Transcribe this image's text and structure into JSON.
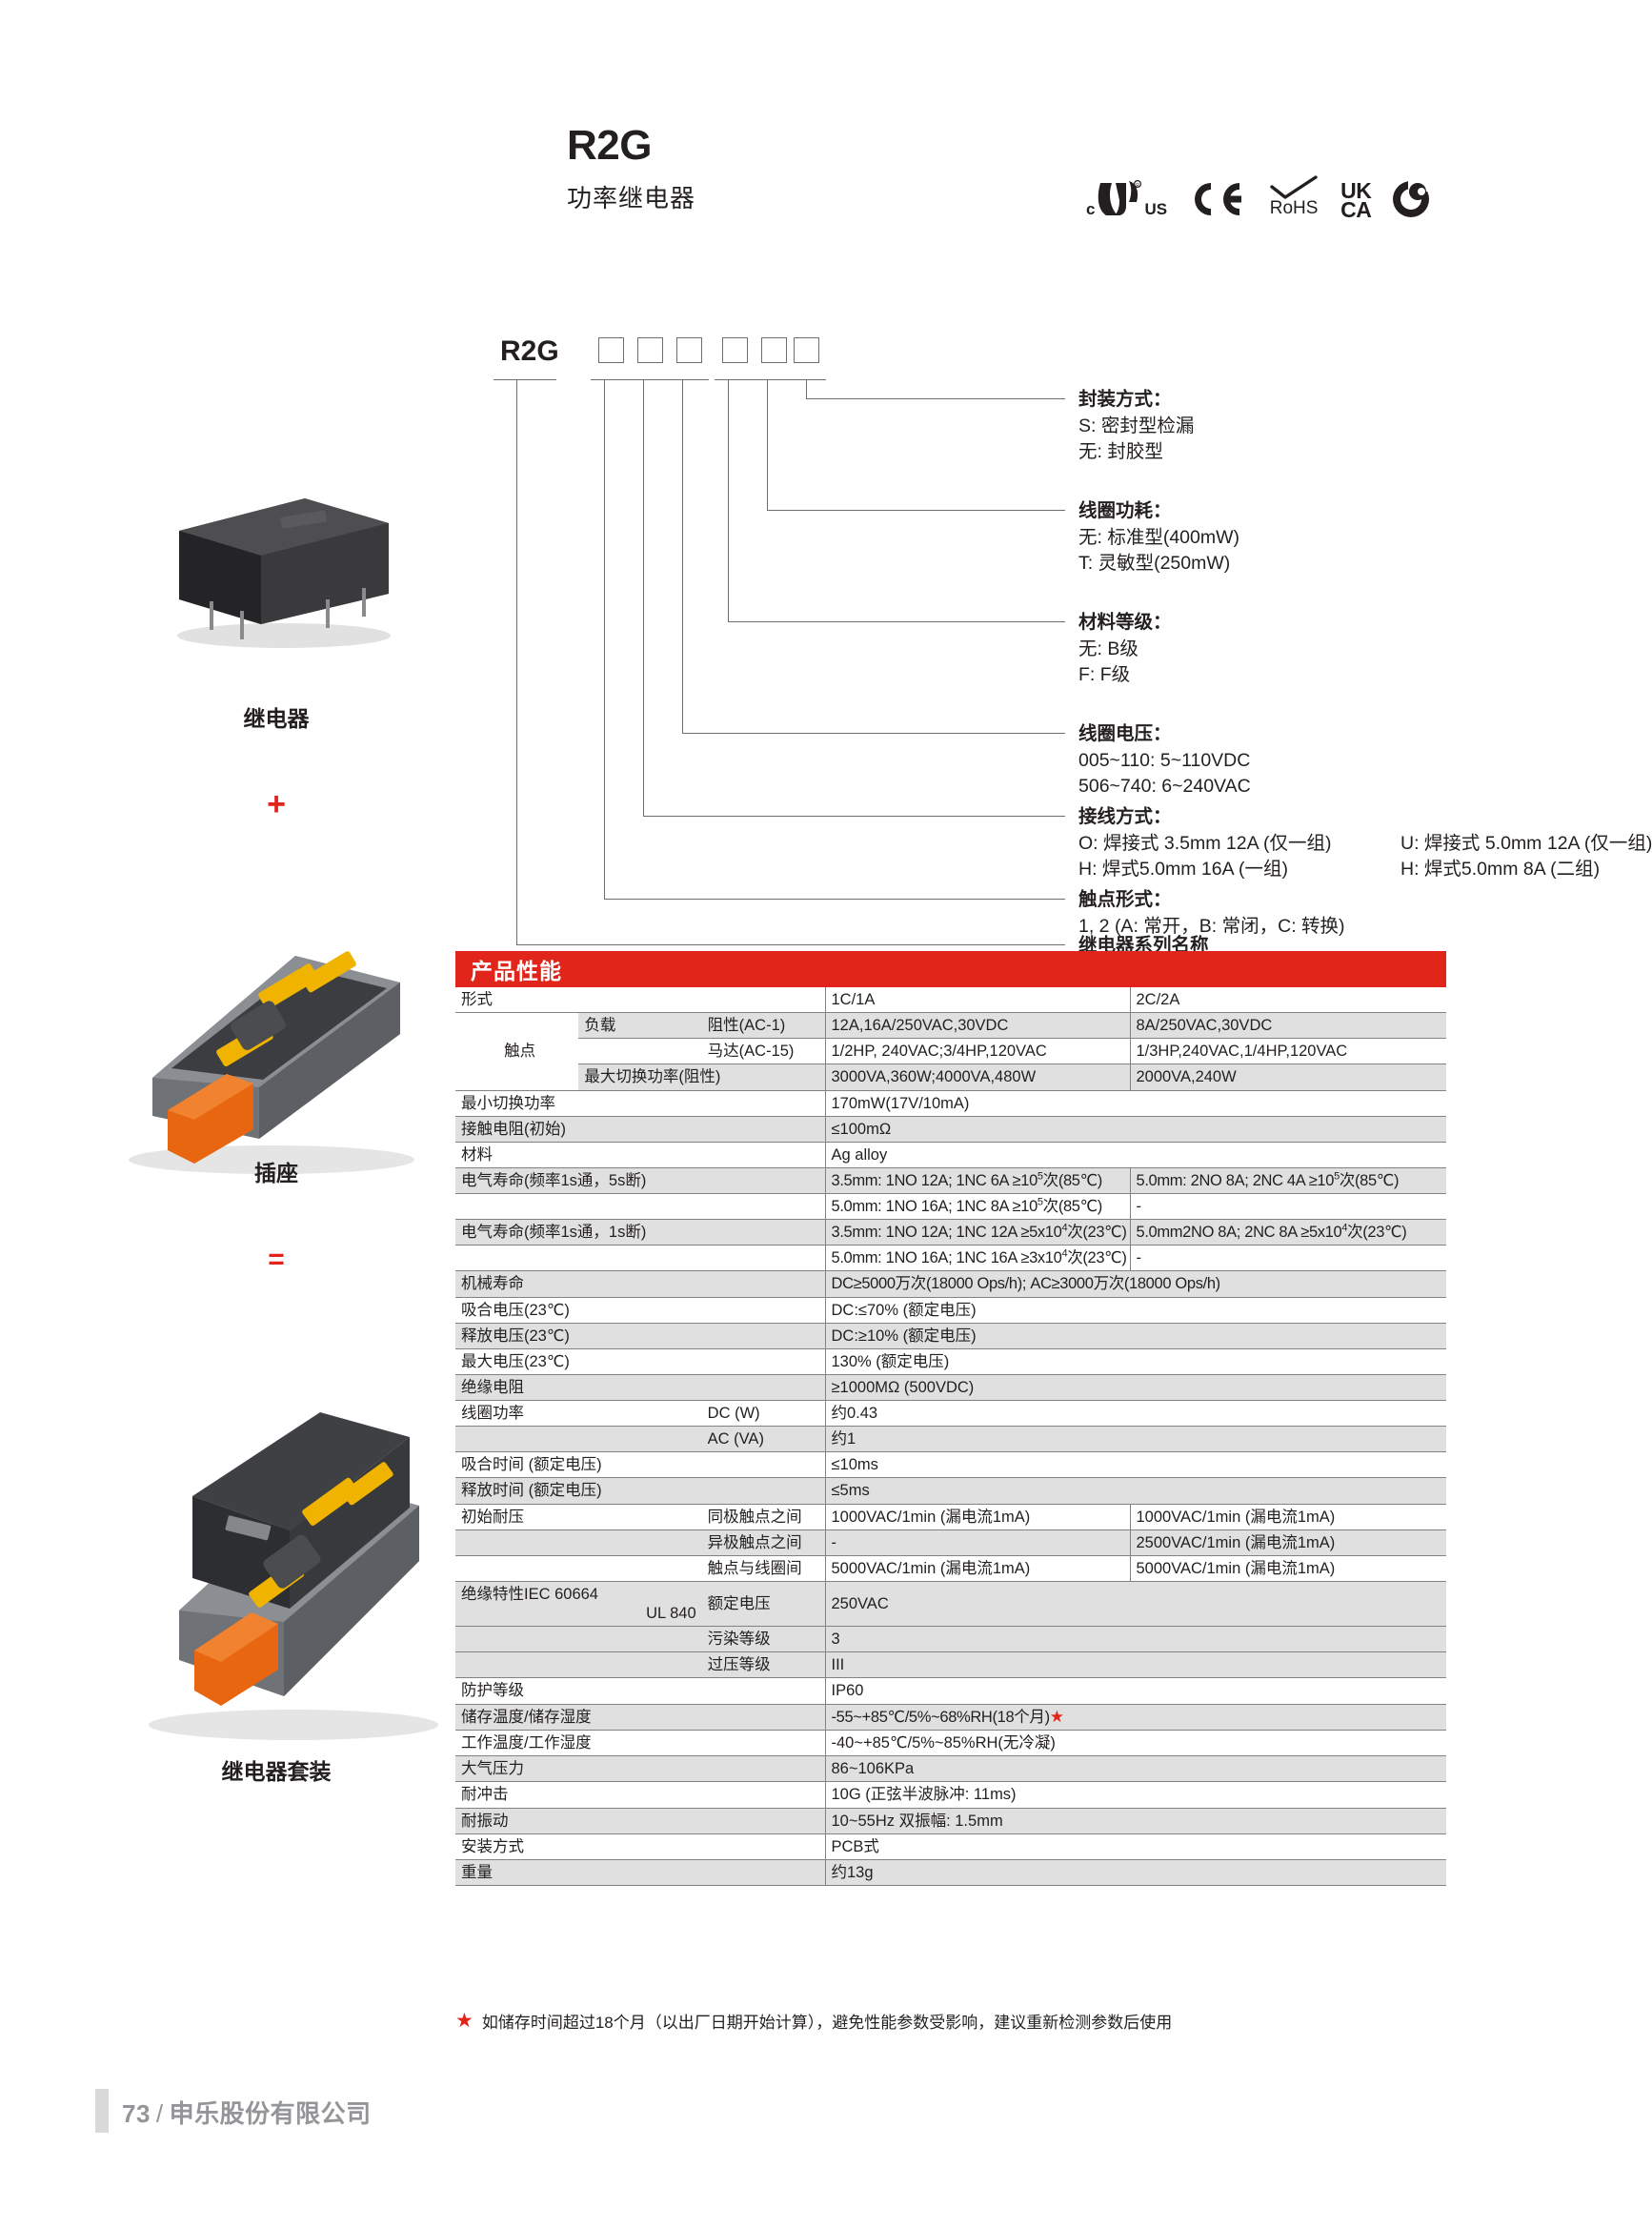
{
  "header": {
    "title": "R2G",
    "subtitle": "功率继电器",
    "certifications": [
      {
        "name": "cULus",
        "left": "c",
        "right": "US"
      },
      {
        "name": "CE"
      },
      {
        "name": "RoHS",
        "label": "RoHS"
      },
      {
        "name": "UKCA",
        "line1": "UK",
        "line2": "CA"
      },
      {
        "name": "company-logo"
      }
    ]
  },
  "left_column": {
    "relay_label": "继电器",
    "plus_symbol": "+",
    "socket_label": "插座",
    "equals_symbol": "=",
    "kit_label": "继电器套装"
  },
  "part_number": {
    "code": "R2G",
    "box_count": 6,
    "groups": [
      {
        "title": "封装方式：",
        "lines": [
          "S: 密封型检漏",
          "无: 封胶型"
        ]
      },
      {
        "title": "线圈功耗：",
        "lines": [
          "无: 标准型(400mW)",
          "T: 灵敏型(250mW)"
        ]
      },
      {
        "title": "材料等级：",
        "lines": [
          "无: B级",
          "F: F级"
        ]
      },
      {
        "title": "线圈电压：",
        "lines": [
          "005~110: 5~110VDC",
          "506~740: 6~240VAC"
        ]
      },
      {
        "title": "接线方式：",
        "lines_two_col": [
          [
            "O: 焊接式 3.5mm 12A (仅一组)",
            "U: 焊接式 5.0mm 12A (仅一组)"
          ],
          [
            "H: 焊式5.0mm 16A (一组)",
            "H: 焊式5.0mm 8A (二组)"
          ]
        ]
      },
      {
        "title": "触点形式：",
        "lines": [
          "1, 2 (A: 常开，B: 常闭，C: 转换)"
        ]
      },
      {
        "title": "继电器系列名称",
        "lines": []
      }
    ]
  },
  "spec_table": {
    "header": "产品性能",
    "group_label_contact": "触点",
    "rows": [
      {
        "label": "形式",
        "v1": "1C/1A",
        "v2": "2C/2A",
        "shade": false
      },
      {
        "label": "负载",
        "sub": "阻性(AC-1)",
        "v1": "12A,16A/250VAC,30VDC",
        "v2": "8A/250VAC,30VDC",
        "shade": true
      },
      {
        "label": "",
        "sub": "马达(AC-15)",
        "v1": "1/2HP, 240VAC;3/4HP,120VAC",
        "v2": "1/3HP,240VAC,1/4HP,120VAC",
        "shade": false
      },
      {
        "label": "最大切换功率(阻性)",
        "v1": "3000VA,360W;4000VA,480W",
        "v2": "2000VA,240W",
        "shade": true
      },
      {
        "label": "最小切换功率",
        "v1": "170mW(17V/10mA)",
        "v2": "",
        "span": true,
        "shade": false
      },
      {
        "label": "接触电阻(初始)",
        "v1": "≤100mΩ",
        "v2": "",
        "span": true,
        "shade": true
      },
      {
        "label": "材料",
        "v1": "Ag alloy",
        "v2": "",
        "span": true,
        "shade": false
      },
      {
        "label": "电气寿命(频率1s通，5s断)",
        "v1_html": "3.5mm: 1NO 12A; 1NC 6A ≥10<sup>5</sup>次(85℃)",
        "v2_html": "5.0mm: 2NO 8A; 2NC 4A ≥10<sup>5</sup>次(85℃)",
        "shade": true
      },
      {
        "label": "",
        "v1_html": "5.0mm: 1NO 16A; 1NC 8A ≥10<sup>5</sup>次(85℃)",
        "v2_html": "-",
        "shade": false
      },
      {
        "label": "电气寿命(频率1s通，1s断)",
        "v1_html": "3.5mm: 1NO 12A; 1NC 12A ≥5x10<sup>4</sup>次(23℃)",
        "v2_html": "5.0mm2NO 8A; 2NC 8A ≥5x10<sup>4</sup>次(23℃)",
        "shade": true
      },
      {
        "label": "",
        "v1_html": "5.0mm: 1NO 16A; 1NC 16A ≥3x10<sup>4</sup>次(23℃)",
        "v2_html": "-",
        "shade": false
      },
      {
        "label": "机械寿命",
        "v1": "DC≥5000万次(18000 Ops/h); AC≥3000万次(18000 Ops/h)",
        "span": true,
        "shade": true
      },
      {
        "label": "吸合电压(23℃)",
        "v1": "DC:≤70% (额定电压)",
        "span": true,
        "shade": false
      },
      {
        "label": "释放电压(23℃)",
        "v1": "DC:≥10% (额定电压)",
        "span": true,
        "shade": true
      },
      {
        "label": "最大电压(23℃)",
        "v1": "130% (额定电压)",
        "span": true,
        "shade": false
      },
      {
        "label": "绝缘电阻",
        "v1": "≥1000MΩ (500VDC)",
        "span": true,
        "shade": true
      },
      {
        "label": "线圈功率",
        "sub": "DC (W)",
        "v1": "约0.43",
        "span": true,
        "shade": false
      },
      {
        "label": "",
        "sub": "AC (VA)",
        "v1": "约1",
        "span": true,
        "shade": true
      },
      {
        "label": "吸合时间 (额定电压)",
        "v1": "≤10ms",
        "span": true,
        "shade": false
      },
      {
        "label": "释放时间 (额定电压)",
        "v1": "≤5ms",
        "span": true,
        "shade": true
      },
      {
        "label": "初始耐压",
        "sub": "同极触点之间",
        "v1": "1000VAC/1min (漏电流1mA)",
        "v2": "1000VAC/1min (漏电流1mA)",
        "shade": false
      },
      {
        "label": "",
        "sub": "异极触点之间",
        "v1": "-",
        "v2": "2500VAC/1min (漏电流1mA)",
        "shade": true
      },
      {
        "label": "",
        "sub": "触点与线圈间",
        "v1": "5000VAC/1min (漏电流1mA)",
        "v2": "5000VAC/1min (漏电流1mA)",
        "shade": false
      },
      {
        "label": "绝缘特性IEC 60664",
        "label2": "UL 840",
        "sub": "额定电压",
        "v1": "250VAC",
        "span": true,
        "shade": true
      },
      {
        "label": "",
        "sub": "污染等级",
        "v1": "3",
        "span": true,
        "shade": true
      },
      {
        "label": "",
        "sub": "过压等级",
        "v1": "III",
        "span": true,
        "shade": true
      },
      {
        "label": "防护等级",
        "v1": "IP60",
        "span": true,
        "shade": false
      },
      {
        "label": "储存温度/储存湿度",
        "v1_html": "-55~+85℃/5%~68%RH(18个月)<span class=\"star\">★</span>",
        "span": true,
        "shade": true
      },
      {
        "label": "工作温度/工作湿度",
        "v1": "-40~+85℃/5%~85%RH(无冷凝)",
        "span": true,
        "shade": false
      },
      {
        "label": "大气压力",
        "v1": "86~106KPa",
        "span": true,
        "shade": true
      },
      {
        "label": "耐冲击",
        "v1": "10G (正弦半波脉冲: 11ms)",
        "span": true,
        "shade": false
      },
      {
        "label": "耐振动",
        "v1": "10~55Hz 双振幅: 1.5mm",
        "span": true,
        "shade": true
      },
      {
        "label": "安装方式",
        "v1": "PCB式",
        "span": true,
        "shade": false
      },
      {
        "label": "重量",
        "v1": "约13g",
        "span": true,
        "shade": true
      }
    ]
  },
  "footnote": {
    "star": "★",
    "text": "如储存时间超过18个月（以出厂日期开始计算），避免性能参数受影响，建议重新检测参数后使用"
  },
  "footer": {
    "page": "73",
    "separator": "/",
    "company": "申乐股份有限公司"
  },
  "colors": {
    "brand_red": "#e1251b",
    "table_line": "#808285",
    "shade": "#e0e0e0",
    "footer_gray": "#939598"
  }
}
